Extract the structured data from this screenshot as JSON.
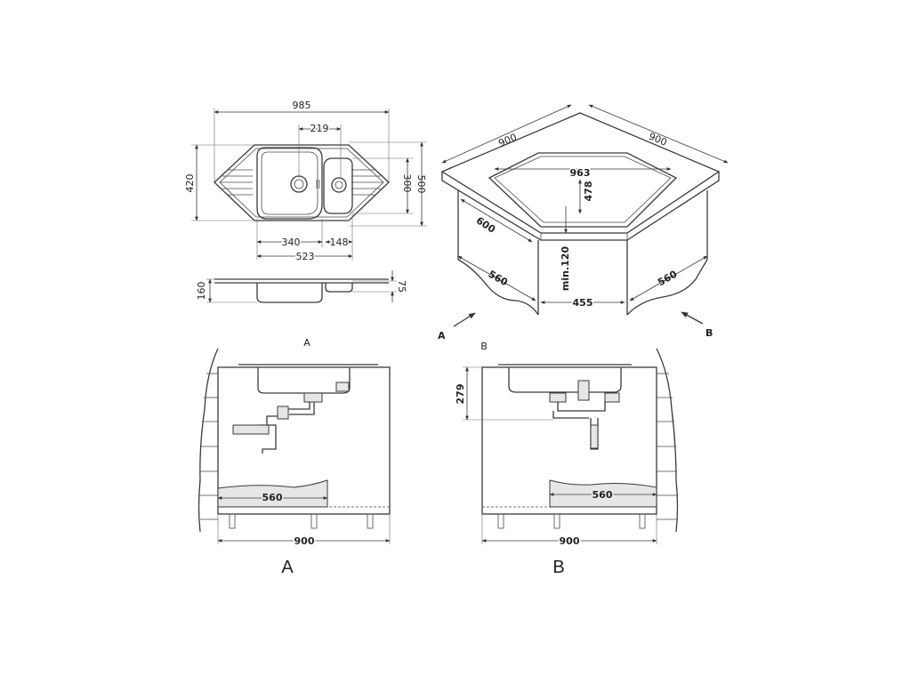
{
  "top_view": {
    "dims": {
      "overall_width": "985",
      "drain_offset": "219",
      "overall_depth": "420",
      "bowl_depth": "300",
      "outer_depth": "500",
      "main_bowl_width": "340",
      "small_bowl_width": "148",
      "bowls_total_width": "523"
    }
  },
  "side_view": {
    "dims": {
      "total_height": "160",
      "bowl_height": "75"
    }
  },
  "corner_view": {
    "dims": {
      "cabinet_left": "900",
      "cabinet_right": "900",
      "sink_width": "963",
      "sink_depth": "478",
      "side_depth": "600",
      "min_height": "min.120",
      "left_leg": "560",
      "front_width": "455",
      "right_leg": "560"
    },
    "arrows": {
      "a": "A",
      "b": "B"
    }
  },
  "section_a": {
    "title": "A",
    "dims": {
      "inner_width": "560",
      "cabinet_width": "900"
    },
    "caption": "A"
  },
  "section_b": {
    "title": "B",
    "dims": {
      "height": "279",
      "inner_width": "560",
      "cabinet_width": "900"
    },
    "caption": "B"
  }
}
